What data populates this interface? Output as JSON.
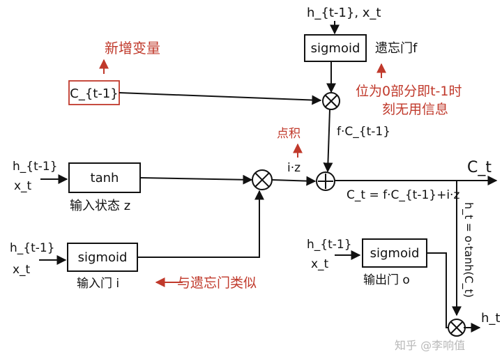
{
  "colors": {
    "ink": "#111111",
    "annotation": "#c0392b",
    "watermark": "#b8b8b8"
  },
  "top_input": "h_{t-1}, x_t",
  "forget_gate": {
    "box": "sigmoid",
    "label": "遗忘门f",
    "note_line1": "位为0部分即t-1时",
    "note_line2": "刻无用信息"
  },
  "prev_cell": {
    "box": "C_{t-1}",
    "note": "新增变量"
  },
  "product_f": "f·C_{t-1}",
  "dot_product_note": "点积",
  "product_iz": "i·z",
  "input_tanh": {
    "in1": "h_{t-1}",
    "in2": "x_t",
    "box": "tanh",
    "label": "输入状态 z"
  },
  "input_gate": {
    "in1": "h_{t-1}",
    "in2": "x_t",
    "box": "sigmoid",
    "label": "输入门 i",
    "note": "与遗忘门类似"
  },
  "cell_out": "C_t",
  "cell_formula": "C_t = f·C_{t-1}+i·z",
  "output_gate": {
    "in1": "h_{t-1}",
    "in2": "x_t",
    "box": "sigmoid",
    "label": "输出门 o"
  },
  "hidden_formula": "h_t = o·tanh(C_t)",
  "hidden_out": "h_t",
  "watermark": "知乎 @李响值"
}
